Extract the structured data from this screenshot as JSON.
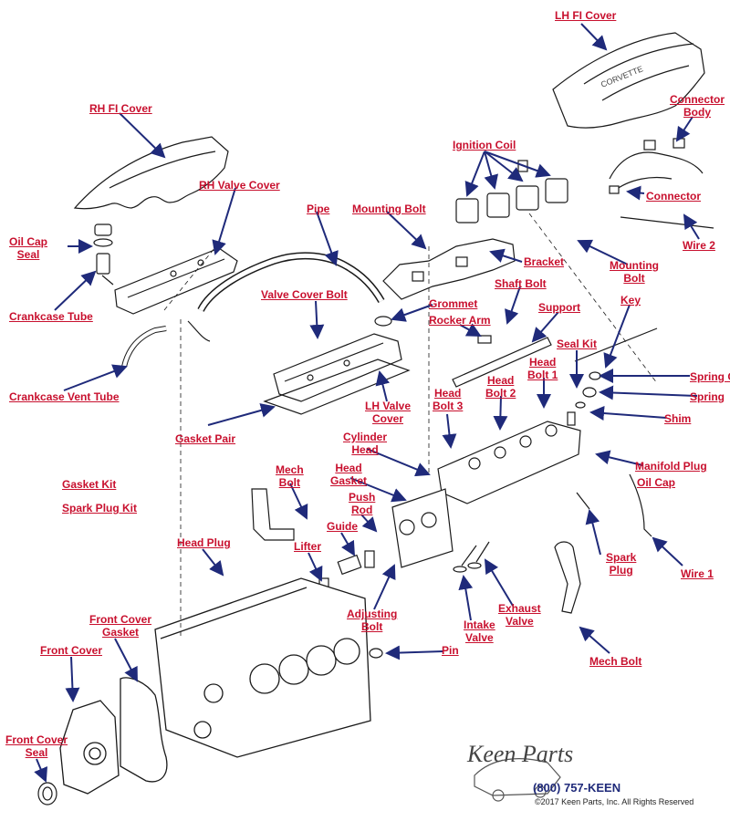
{
  "labels": {
    "lh_fi_cover": "LH FI Cover",
    "rh_fi_cover": "RH FI Cover",
    "connector_body": [
      "Connector",
      "Body"
    ],
    "ignition_coil": "Ignition Coil",
    "rh_valve_cover": "RH Valve Cover",
    "connector": "Connector",
    "pipe": "Pipe",
    "mounting_bolt_top": "Mounting Bolt",
    "oil_cap_seal": [
      "Oil Cap",
      "Seal"
    ],
    "wire_2": "Wire 2",
    "bracket": "Bracket",
    "mounting_bolt_right": [
      "Mounting",
      "Bolt"
    ],
    "shaft_bolt": "Shaft Bolt",
    "valve_cover_bolt": "Valve Cover Bolt",
    "grommet": "Grommet",
    "crankcase_tube": "Crankcase Tube",
    "key": "Key",
    "support": "Support",
    "rocker_arm": "Rocker Arm",
    "seal_kit": "Seal Kit",
    "head_bolt_1": [
      "Head",
      "Bolt 1"
    ],
    "spring_cap": "Spring Cap",
    "head_bolt_2": [
      "Head",
      "Bolt 2"
    ],
    "crankcase_vent_tube": "Crankcase Vent Tube",
    "spring": "Spring",
    "head_bolt_3": [
      "Head",
      "Bolt 3"
    ],
    "lh_valve_cover": [
      "LH Valve",
      "Cover"
    ],
    "shim": "Shim",
    "gasket_pair": "Gasket Pair",
    "cylinder_head": [
      "Cylinder",
      "Head"
    ],
    "manifold_plug": "Manifold Plug",
    "mech_bolt_upper": [
      "Mech",
      "Bolt"
    ],
    "head_gasket": [
      "Head",
      "Gasket"
    ],
    "oil_cap": "Oil Cap",
    "gasket_kit": "Gasket Kit",
    "push_rod": [
      "Push",
      "Rod"
    ],
    "spark_plug_kit": "Spark Plug Kit",
    "guide": "Guide",
    "spark_plug": [
      "Spark",
      "Plug"
    ],
    "head_plug": "Head Plug",
    "lifter": "Lifter",
    "wire_1": "Wire 1",
    "adjusting_bolt": [
      "Adjusting",
      "Bolt"
    ],
    "exhaust_valve": [
      "Exhaust",
      "Valve"
    ],
    "front_cover_gasket": [
      "Front Cover",
      "Gasket"
    ],
    "intake_valve": [
      "Intake",
      "Valve"
    ],
    "front_cover": "Front Cover",
    "pin": "Pin",
    "mech_bolt_lower": "Mech Bolt",
    "front_cover_seal": [
      "Front Cover",
      "Seal"
    ]
  },
  "branding": {
    "logo_text": "Keen Parts",
    "phone": "(800) 757-KEEN",
    "copyright": "©2017 Keen Parts, Inc. All Rights Reserved"
  },
  "colors": {
    "label": "#c8102e",
    "arrow": "#1f2a7a",
    "line": "#1a1a1a"
  }
}
